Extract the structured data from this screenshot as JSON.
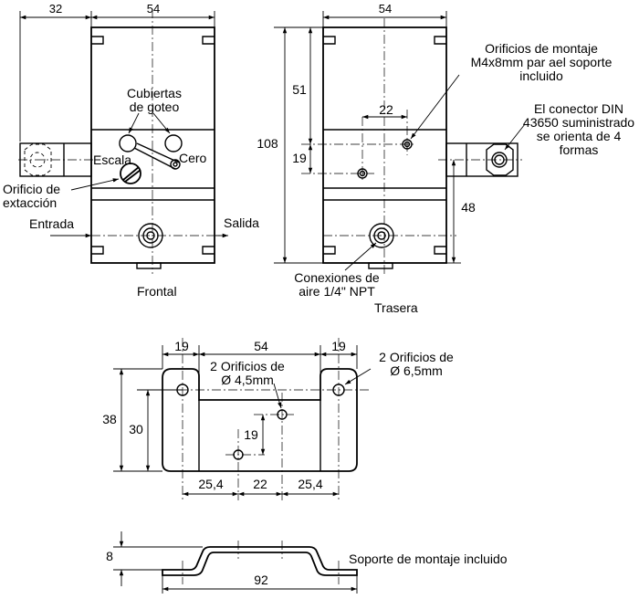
{
  "front": {
    "dim_side": "32",
    "dim_width": "54",
    "label_covers": "Cubiertas\nde goteo",
    "label_scale": "Escala",
    "label_zero": "Cero",
    "label_hole": "Orificio de\nextacción",
    "label_inlet": "Entrada",
    "label_outlet": "Salida",
    "caption": "Frontal"
  },
  "rear": {
    "dim_width": "54",
    "dim_51": "51",
    "dim_22": "22",
    "dim_19": "19",
    "dim_108": "108",
    "dim_48": "48",
    "label_mount": "Orificios de montaje\nM4x8mm par ael soporte\nincluido",
    "label_connector": "El conector DIN\n43650 suministrado\nse orienta de 4\nformas",
    "label_air": "Conexiones de\naire 1/4\" NPT",
    "caption": "Trasera"
  },
  "bracket": {
    "dim_19_left": "19",
    "dim_54": "54",
    "dim_19_right": "19",
    "dim_38": "38",
    "dim_30": "30",
    "dim_19_inner": "19",
    "dim_25_left": "25,4",
    "dim_22": "22",
    "dim_25_right": "25,4",
    "label_holes_small": "2 Orificios de\nØ 4,5mm",
    "label_holes_large": "2 Orificios de\nØ 6,5mm"
  },
  "side": {
    "dim_8": "8",
    "dim_92": "92",
    "label": "Soporte de montaje incluido"
  }
}
